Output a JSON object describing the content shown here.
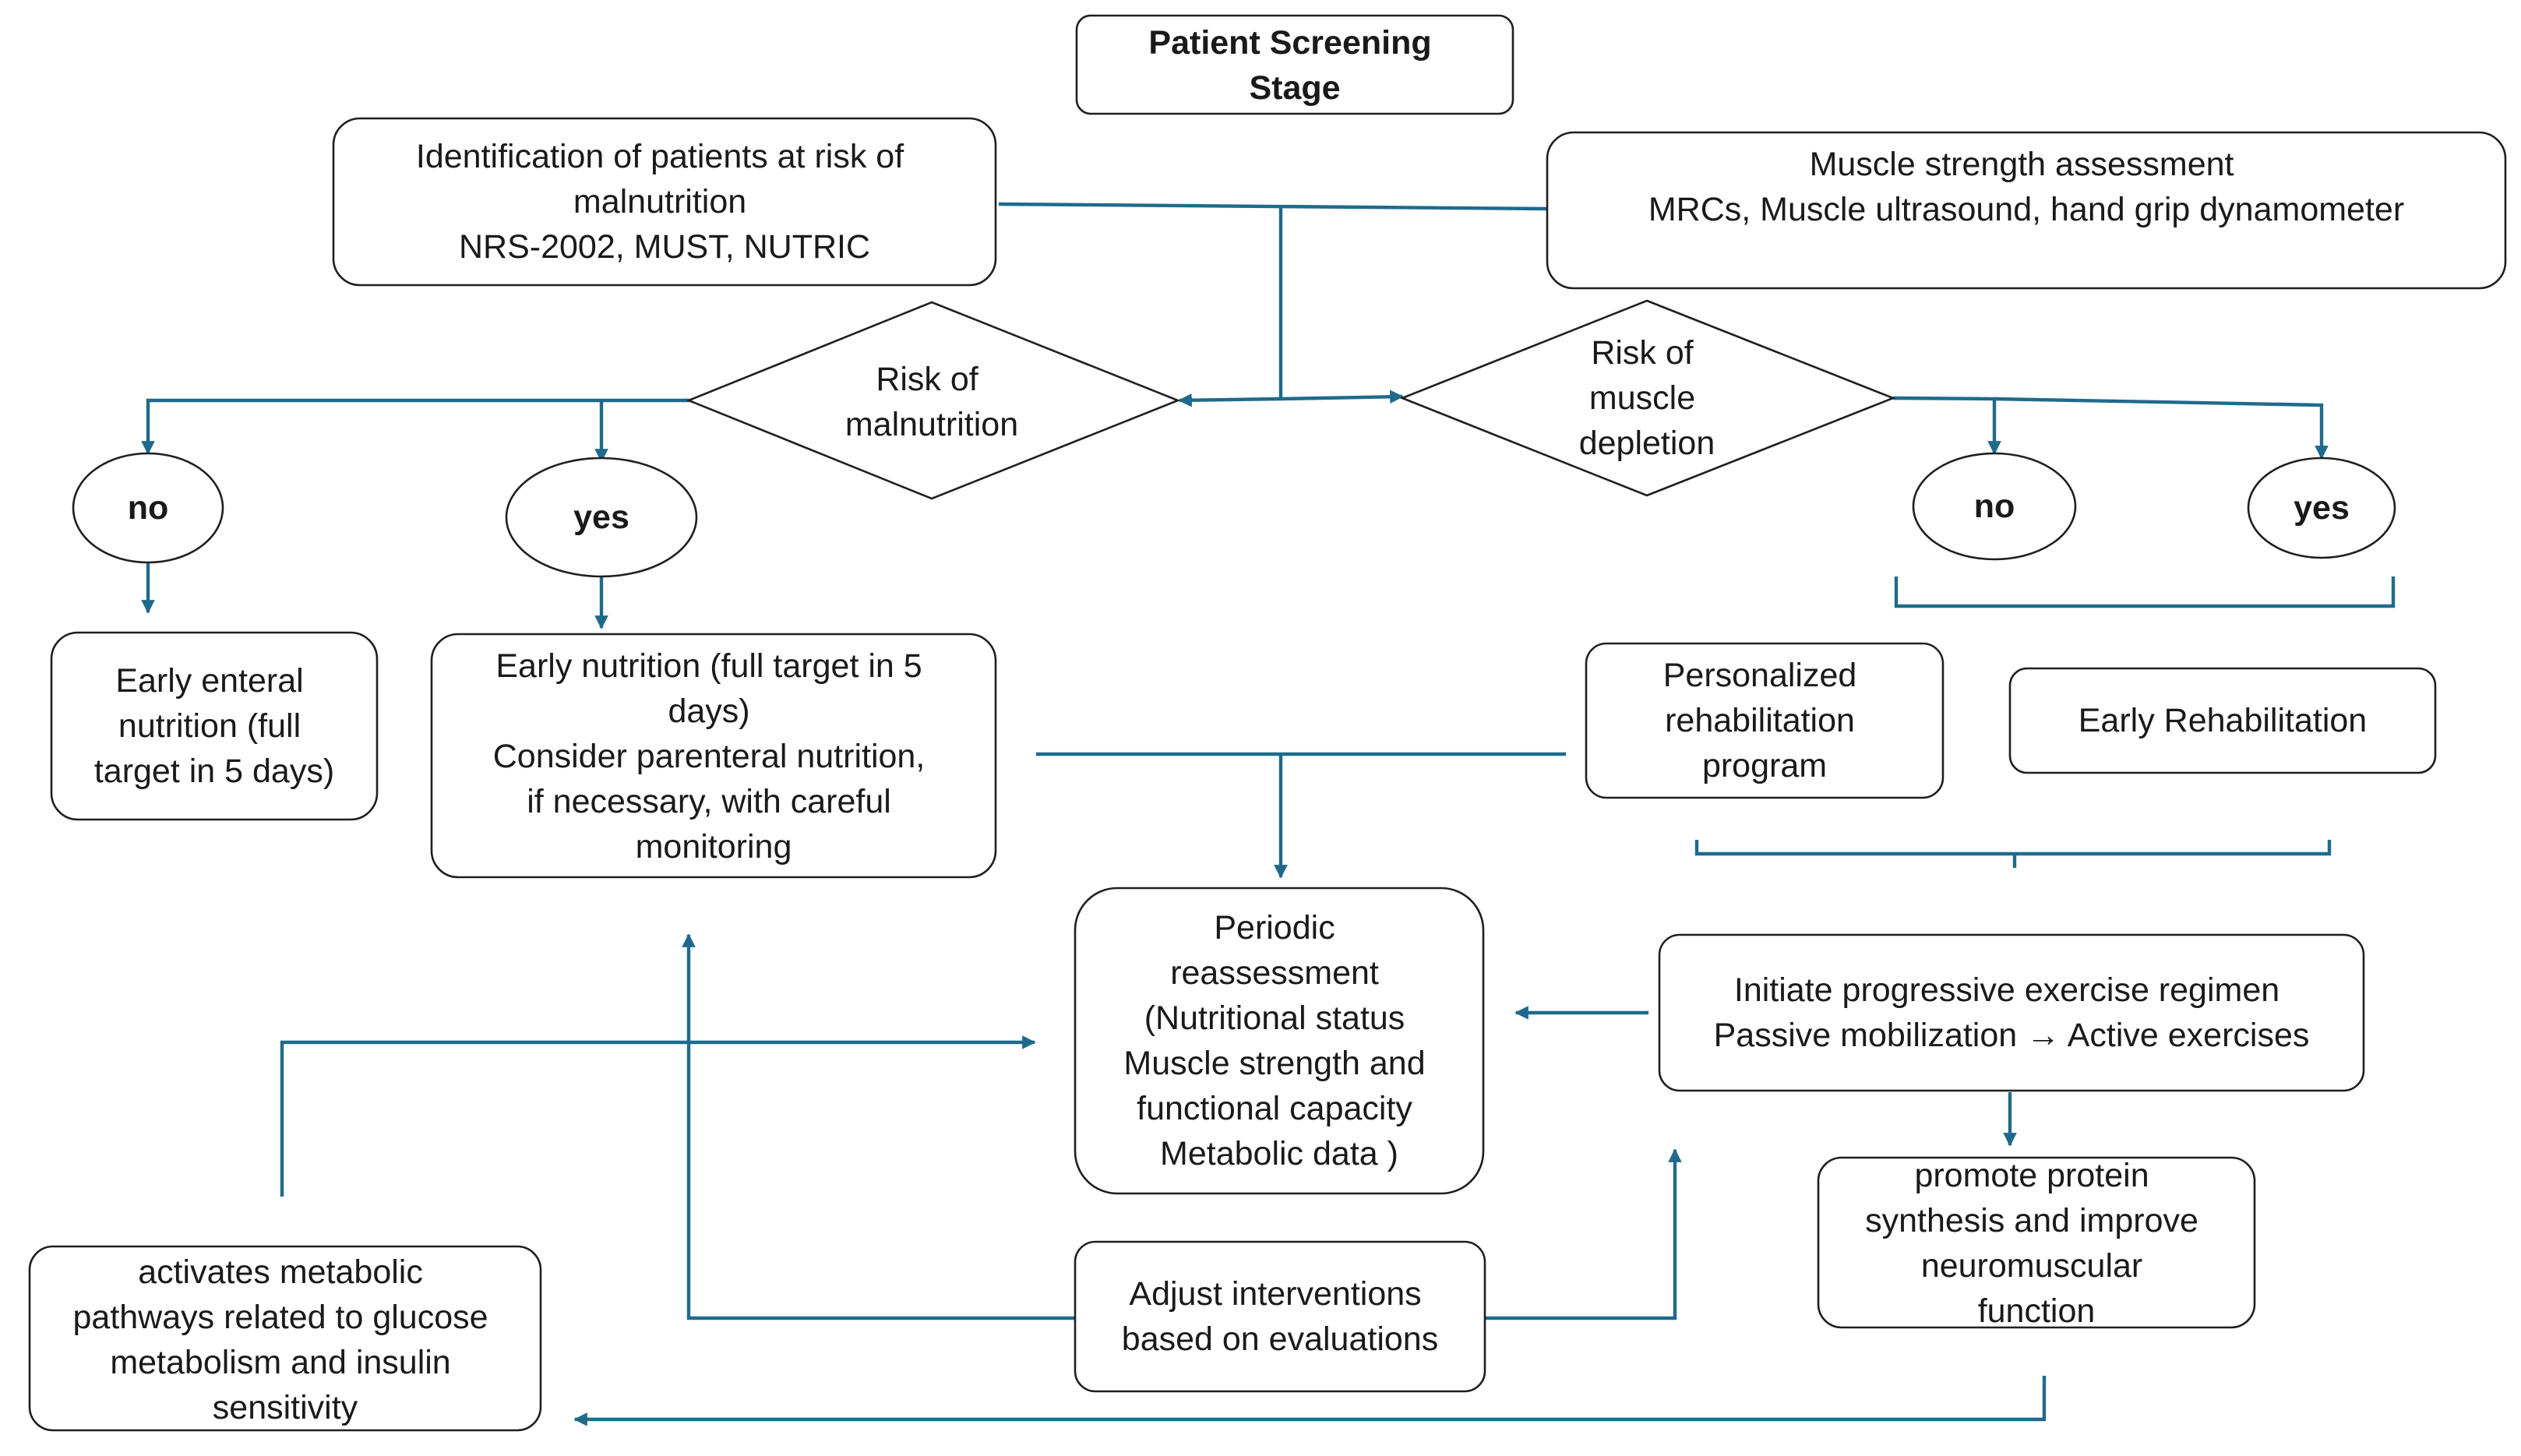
{
  "colors": {
    "connector": "#1f6a8c",
    "node_border": "#1f1f1f",
    "text": "#1a1a1a",
    "background": "#ffffff"
  },
  "nodes": {
    "screening_stage": [
      "Patient Screening",
      "Stage"
    ],
    "identification": [
      "Identification of patients at risk of",
      "malnutrition",
      "NRS-2002, MUST, NUTRIC"
    ],
    "muscle_assessment": [
      "Muscle strength assessment",
      "MRCs, Muscle ultrasound, hand grip dynamometer"
    ],
    "risk_malnutrition": [
      "Risk of",
      "malnutrition"
    ],
    "risk_muscle": [
      "Risk of",
      "muscle",
      "depletion"
    ],
    "no_left": [
      "no"
    ],
    "yes_left": [
      "yes"
    ],
    "no_right": [
      "no"
    ],
    "yes_right": [
      "yes"
    ],
    "early_enteral": [
      "Early enteral",
      "nutrition (full",
      "target in 5 days)"
    ],
    "early_nutrition": [
      "Early nutrition (full target in 5",
      "days)",
      "Consider parenteral nutrition,",
      "if necessary, with careful",
      "monitoring"
    ],
    "personalized_rehab": [
      "Personalized",
      "rehabilitation",
      "program"
    ],
    "early_rehab": [
      "Early Rehabilitation"
    ],
    "periodic_reassessment": [
      "Periodic",
      "reassessment",
      "(Nutritional status",
      "Muscle strength and",
      "functional capacity",
      "Metabolic data )"
    ],
    "exercise_regimen": [
      "Initiate progressive exercise regimen",
      "Passive mobilization → Active exercises"
    ],
    "protein_synthesis": [
      "promote protein",
      "synthesis and improve",
      "neuromuscular",
      "function"
    ],
    "metabolic_pathways": [
      "activates metabolic",
      "pathways related to glucose",
      "metabolism and insulin",
      "sensitivity"
    ],
    "adjust_interventions": [
      "Adjust interventions",
      "based on evaluations"
    ]
  }
}
